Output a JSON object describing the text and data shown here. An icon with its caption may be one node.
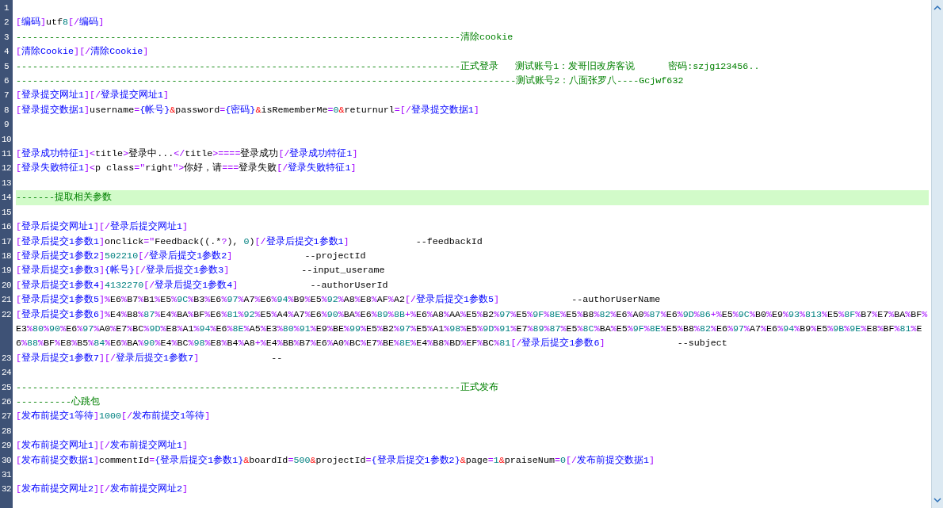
{
  "diagram": {
    "labels": [
      "1",
      "2",
      "[编码]utf8[/编码]",
      "3",
      "--------------------------------------------------------------------------------清除cookie",
      "4",
      "[清除Cookie][/清除Cookie]",
      "5",
      "--------------------------------------------------------------------------------正式登录   测试账号1：发哥旧改房客说      密码:szjg123456..",
      "6",
      "------------------------------------------------------------------------------------------测试账号2：八面张罗八----Gcjwf632",
      "7",
      "[登录提交网址1][/登录提交网址1]",
      "8",
      "[登录提交数据1]username={帐号}&password={密码}&isRememberMe=0&returnurl=[/登录提交数据1]",
      "9",
      "10",
      "11",
      "[登录成功特征1]<title>登录中...</title>====登录成功[/登录成功特征1]",
      "12",
      "[登录失败特征1]<p class=\"right\">你好，请===登录失败[/登录失败特征1]",
      "13",
      "14",
      "-------提取相关参数",
      "15",
      "16",
      "[登录后提交网址1][/登录后提交网址1]",
      "17",
      "[登录后提交1参数1]onclick=\"Feedback((.*?), 0)[/登录后提交1参数1]            --feedbackId",
      "18",
      "[登录后提交1参数2]502210[/登录后提交1参数2]             --projectId",
      "19",
      "[登录后提交1参数3]{帐号}[/登录后提交1参数3]             --input_userame",
      "20",
      "[登录后提交1参数4]4132270[/登录后提交1参数4]             --authorUserId",
      "21",
      "[登录后提交1参数5]%E6%B7%B1%E5%9C%B3%E6%97%A7%E6%94%B9%E5%92%A8%E8%AF%A2[/登录后提交1参数5]             --authorUserName",
      "22",
      "[登录后提交1参数6]%E4%B8%87%E4%BA%BF%E6%81%92%E5%A4%A7%E6%90%BA%E6%89%8B+%E6%A8%AA%E5%B2%97%E5%9F%8E%E5%B8%82%E6%A0%87%E6%9D%86+%E5%9C%B0%E9%93%813%E5%8F%B7%E7%BA%BF%E3%80%90%E6%97%A0%E7%BC%9D%E8%A1%94%E6%8E%A5%E3%80%91%E9%BE%99%E5%B2%97%E5%A1%98%E5%9D%91%E7%89%87%E5%8C%BA%E5%9F%8E%E5%B8%82%E6%97%A7%E6%94%B9%E5%9B%9E%E8%BF%81%E6%88%BF%E8%B5%84%E6%BA%90%E4%BC%98%E8%B4%A8+%E4%BB%B7%E6%A0%BC%E7%BE%8E%E4%B8%BD%EF%BC%81[/登录后提交1参数6]             --subject",
      "23",
      "[登录后提交1参数7][/登录后提交1参数7]             --",
      "24",
      "25",
      "--------------------------------------------------------------------------------正式发布",
      "26",
      "----------心跳包",
      "27",
      "[发布前提交1等待]1000[/发布前提交1等待]",
      "28",
      "29",
      "[发布前提交网址1][/发布前提交网址1]",
      "30",
      "[发布前提交数据1]commentId={登录后提交1参数1}&boardId=500&projectId={登录后提交1参数2}&page=1&praiseNum=0[/发布前提交数据1]",
      "31",
      "32",
      "[发布前提交网址2][/发布前提交网址2]"
    ]
  }
}
